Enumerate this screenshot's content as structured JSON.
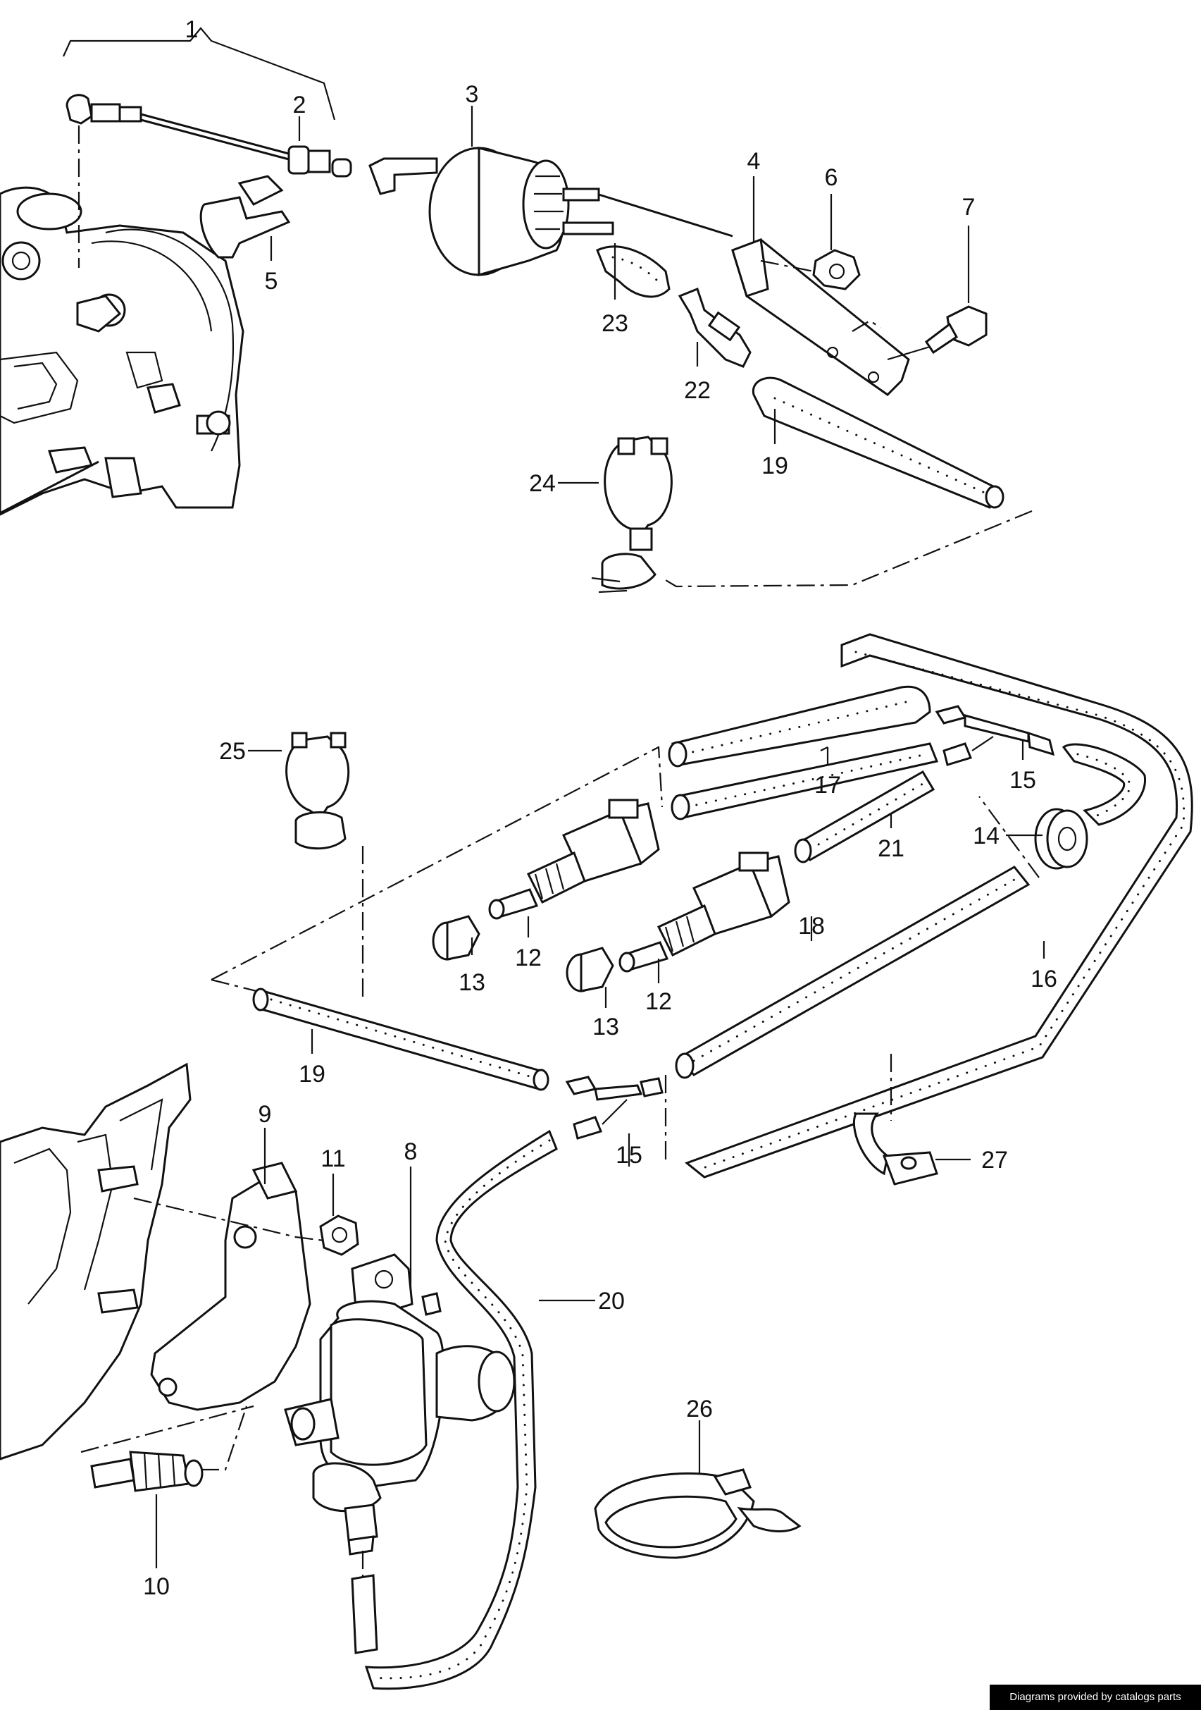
{
  "callouts": [
    "1",
    "2",
    "3",
    "4",
    "5",
    "6",
    "7",
    "8",
    "9",
    "10",
    "11",
    "12",
    "12",
    "13",
    "13",
    "14",
    "15",
    "15",
    "16",
    "17",
    "18",
    "19",
    "19",
    "20",
    "21",
    "22",
    "23",
    "24",
    "25",
    "26",
    "27"
  ],
  "credit": "Diagrams provided by catalogs parts"
}
